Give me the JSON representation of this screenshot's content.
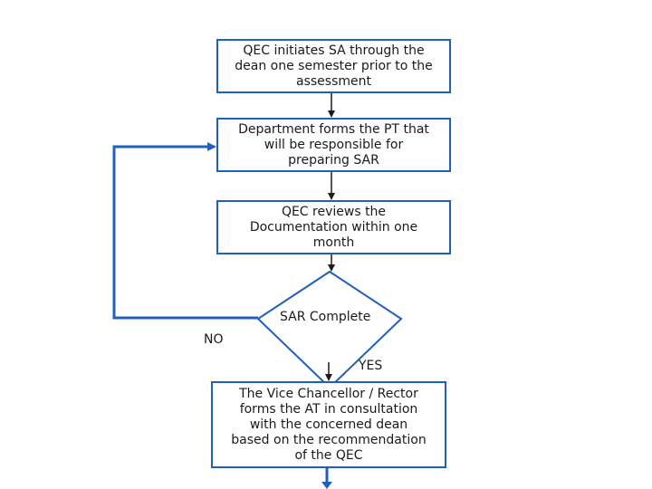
{
  "flowchart": {
    "steps": [
      "QEC initiates SA through the\ndean one semester prior to the\nassessment",
      "Department forms the PT that\nwill be responsible for\npreparing SAR",
      "QEC reviews the\nDocumentation within one\nmonth"
    ],
    "decision": "SAR Complete",
    "no_label": "NO",
    "yes_label": "YES",
    "final_step": "The Vice Chancellor / Rector\nforms the AT in consultation\nwith the concerned dean\nbased on the recommendation\nof the QEC"
  },
  "colors": {
    "box_border": "#1f5fbf",
    "connector": "#1a1a1a",
    "loop_line": "#1f5fbf"
  }
}
